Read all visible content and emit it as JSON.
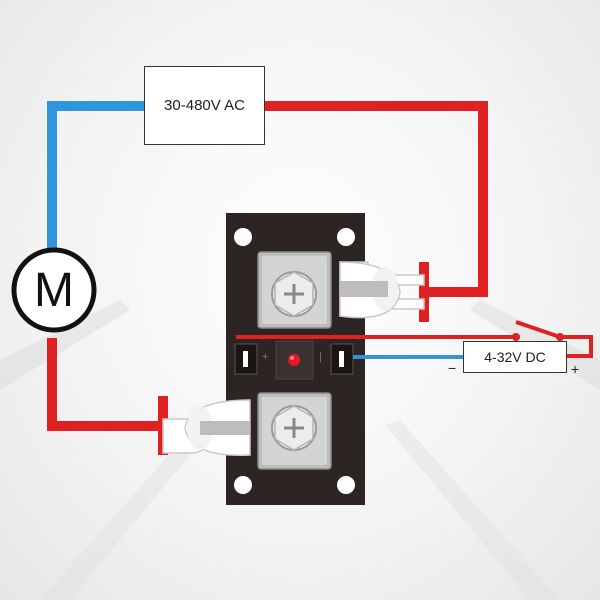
{
  "ac_source": {
    "label": "30-480V AC"
  },
  "dc_source": {
    "label": "4-32V DC",
    "minus": "−",
    "plus": "+"
  },
  "motor": {
    "letter": "M"
  },
  "relay": {
    "control_minus": "+",
    "control_plus": "|"
  },
  "colors": {
    "live": "#e02121",
    "neutral": "#2f96dd",
    "relay_body": "#2d2523",
    "led": "#e8161f"
  }
}
